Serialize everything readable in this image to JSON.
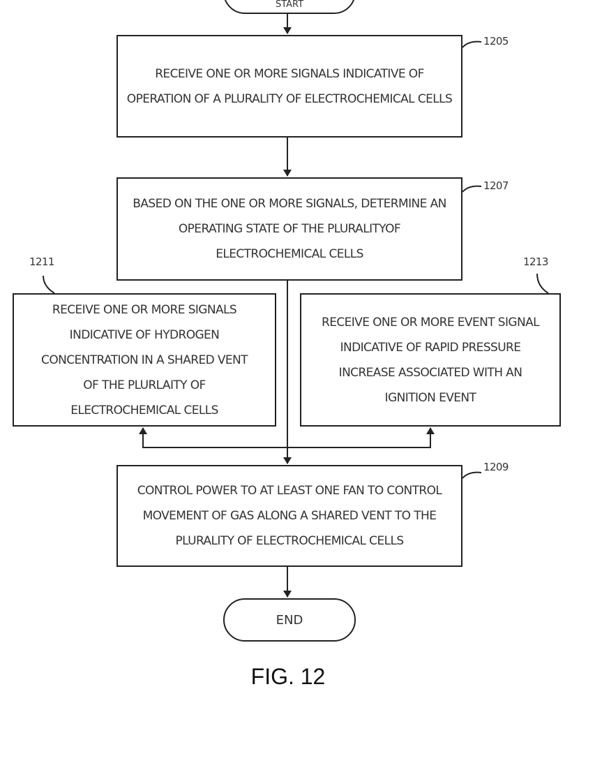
{
  "flowchart": {
    "start_label": "START",
    "steps": [
      {
        "ref": "1205",
        "text": "RECEIVE ONE OR MORE SIGNALS INDICATIVE OF\nOPERATION OF A PLURALITY OF ELECTROCHEMICAL CELLS"
      },
      {
        "ref": "1207",
        "text": "BASED ON THE ONE OR MORE SIGNALS, DETERMINE AN\nOPERATING STATE OF THE PLURALITYOF\nELECTROCHEMICAL CELLS"
      },
      {
        "ref": "1211",
        "text": "RECEIVE ONE OR MORE SIGNALS\nINDICATIVE OF HYDROGEN\nCONCENTRATION IN A SHARED VENT\nOF THE PLURLAITY OF\nELECTROCHEMICAL CELLS"
      },
      {
        "ref": "1213",
        "text": "RECEIVE ONE OR MORE EVENT SIGNAL\nINDICATIVE OF RAPID PRESSURE\nINCREASE ASSOCIATED WITH AN\nIGNITION EVENT"
      },
      {
        "ref": "1209",
        "text": "CONTROL POWER TO AT LEAST ONE FAN TO CONTROL\nMOVEMENT OF GAS ALONG A SHARED VENT TO THE\nPLURALITY OF ELECTROCHEMICAL CELLS"
      }
    ],
    "end_label": "END"
  },
  "figure_caption": "FIG. 12"
}
